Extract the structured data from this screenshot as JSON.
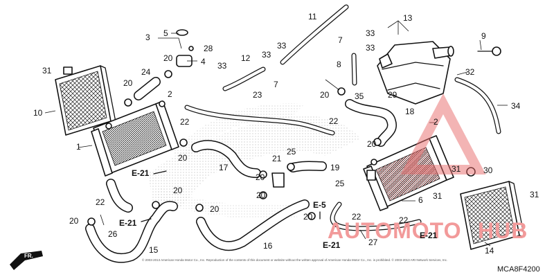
{
  "diagram": {
    "code": "MCA8F4200",
    "copyright": "© 2003-2013 American Honda Motor Co., Inc. Reproduction of the contents of this document or website without the written approval of American Honda Motor Co., Inc. is prohibited. © 2003-2013 ARI Network Services, Inc.",
    "watermark": {
      "text_a": "AUTOMOTO",
      "text_b": "HUB",
      "color": "#e85a5a"
    },
    "front_marker": "FR.",
    "callouts": [
      {
        "id": "c1",
        "text": "1"
      },
      {
        "id": "c2a",
        "text": "2"
      },
      {
        "id": "c2b",
        "text": "2"
      },
      {
        "id": "c3",
        "text": "3"
      },
      {
        "id": "c4",
        "text": "4"
      },
      {
        "id": "c5",
        "text": "5"
      },
      {
        "id": "c6",
        "text": "6"
      },
      {
        "id": "c7a",
        "text": "7"
      },
      {
        "id": "c7b",
        "text": "7"
      },
      {
        "id": "c8",
        "text": "8"
      },
      {
        "id": "c9",
        "text": "9"
      },
      {
        "id": "c10",
        "text": "10"
      },
      {
        "id": "c11",
        "text": "11"
      },
      {
        "id": "c12",
        "text": "12"
      },
      {
        "id": "c13",
        "text": "13"
      },
      {
        "id": "c14",
        "text": "14"
      },
      {
        "id": "c15",
        "text": "15"
      },
      {
        "id": "c16",
        "text": "16"
      },
      {
        "id": "c17",
        "text": "17"
      },
      {
        "id": "c18",
        "text": "18"
      },
      {
        "id": "c19",
        "text": "19"
      },
      {
        "id": "c20a",
        "text": "20"
      },
      {
        "id": "c20b",
        "text": "20"
      },
      {
        "id": "c20c",
        "text": "20"
      },
      {
        "id": "c20d",
        "text": "20"
      },
      {
        "id": "c20e",
        "text": "20"
      },
      {
        "id": "c20f",
        "text": "20"
      },
      {
        "id": "c20g",
        "text": "20"
      },
      {
        "id": "c20h",
        "text": "20"
      },
      {
        "id": "c20i",
        "text": "20"
      },
      {
        "id": "c20j",
        "text": "20"
      },
      {
        "id": "c20k",
        "text": "20"
      },
      {
        "id": "c21",
        "text": "21"
      },
      {
        "id": "c22a",
        "text": "22"
      },
      {
        "id": "c22b",
        "text": "22"
      },
      {
        "id": "c22c",
        "text": "22"
      },
      {
        "id": "c22d",
        "text": "22"
      },
      {
        "id": "c22e",
        "text": "22"
      },
      {
        "id": "c23",
        "text": "23"
      },
      {
        "id": "c24",
        "text": "24"
      },
      {
        "id": "c25a",
        "text": "25"
      },
      {
        "id": "c25b",
        "text": "25"
      },
      {
        "id": "c26",
        "text": "26"
      },
      {
        "id": "c27",
        "text": "27"
      },
      {
        "id": "c28",
        "text": "28"
      },
      {
        "id": "c29",
        "text": "29"
      },
      {
        "id": "c30",
        "text": "30"
      },
      {
        "id": "c31a",
        "text": "31"
      },
      {
        "id": "c31b",
        "text": "31"
      },
      {
        "id": "c31c",
        "text": "31"
      },
      {
        "id": "c31d",
        "text": "31"
      },
      {
        "id": "c32",
        "text": "32"
      },
      {
        "id": "c33a",
        "text": "33"
      },
      {
        "id": "c33b",
        "text": "33"
      },
      {
        "id": "c33c",
        "text": "33"
      },
      {
        "id": "c33d",
        "text": "33"
      },
      {
        "id": "c33e",
        "text": "33"
      },
      {
        "id": "c34",
        "text": "34"
      },
      {
        "id": "c35",
        "text": "35"
      }
    ],
    "section_refs": [
      {
        "id": "e21a",
        "text": "E-21"
      },
      {
        "id": "e21b",
        "text": "E-21"
      },
      {
        "id": "e21c",
        "text": "E-21"
      },
      {
        "id": "e21d",
        "text": "E-21"
      },
      {
        "id": "e5",
        "text": "E-5"
      }
    ]
  }
}
